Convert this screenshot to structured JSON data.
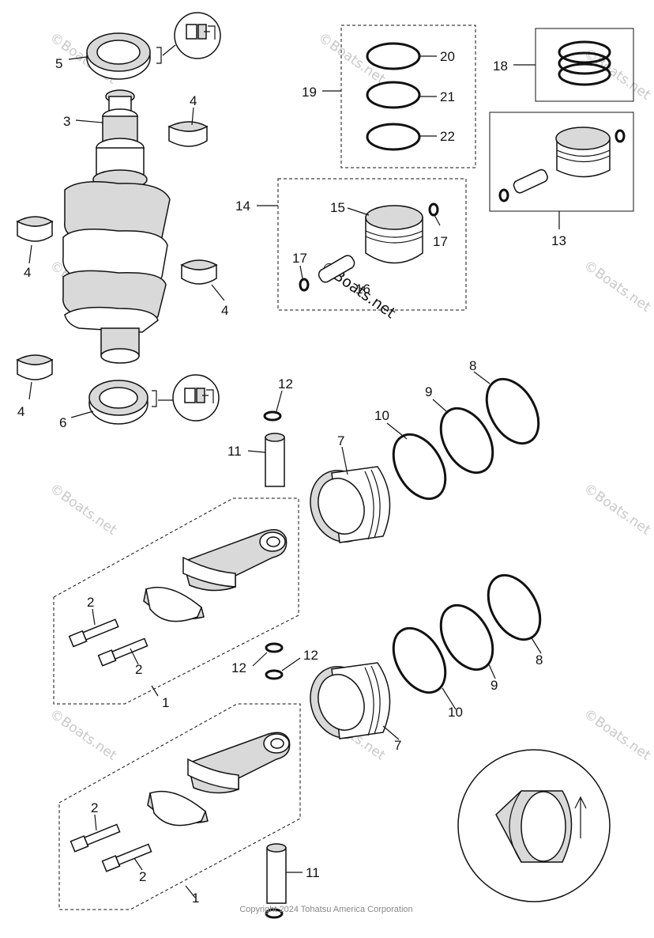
{
  "callouts": {
    "c1a": "1",
    "c1b": "1",
    "c2a": "2",
    "c2b": "2",
    "c2c": "2",
    "c2d": "2",
    "c3": "3",
    "c4a": "4",
    "c4b": "4",
    "c4c": "4",
    "c4d": "4",
    "c5": "5",
    "c6": "6",
    "c7a": "7",
    "c7b": "7",
    "c8a": "8",
    "c8b": "8",
    "c9a": "9",
    "c9b": "9",
    "c10a": "10",
    "c10b": "10",
    "c11a": "11",
    "c11b": "11",
    "c12a": "12",
    "c12b": "12",
    "c12c": "12",
    "c13": "13",
    "c14": "14",
    "c15": "15",
    "c16": "16",
    "c17a": "17",
    "c17b": "17",
    "c18": "18",
    "c19": "19",
    "c20": "20",
    "c21": "21",
    "c22": "22"
  },
  "watermark": "©Boats.net",
  "copyright": "Copyright 2024 Tohatsu America Corporation"
}
